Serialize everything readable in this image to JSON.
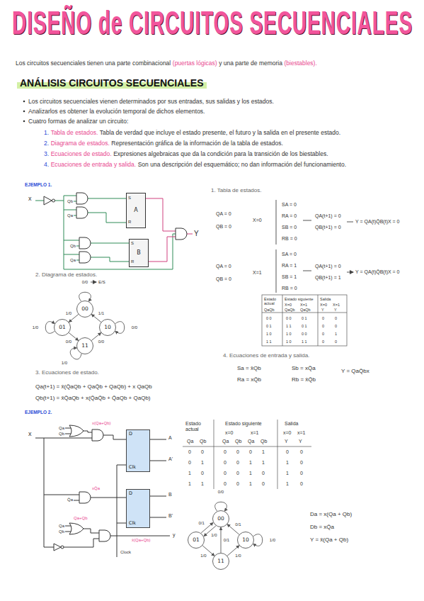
{
  "diagram": {
    "title": "DISEÑO de CIRCUITOS SECUENCIALES",
    "nodes": [
      {
        "text": [
          "A"
        ]
      },
      {
        "text": [
          "B"
        ]
      },
      {
        "text": [
          "00"
        ]
      },
      {
        "text": [
          "01"
        ]
      },
      {
        "text": [
          "10"
        ]
      },
      {
        "text": [
          "11"
        ]
      },
      {
        "text": [
          "D",
          "Clk"
        ]
      },
      {
        "text": [
          "D",
          "Clk"
        ]
      },
      {
        "text": [
          "00"
        ]
      },
      {
        "text": [
          "01"
        ]
      },
      {
        "text": [
          "10"
        ]
      },
      {
        "text": [
          "11"
        ]
      }
    ],
    "edges": [
      {
        "from": 2,
        "to": 2,
        "label": "0/0",
        "arrow": "to"
      },
      {
        "from": 2,
        "to": 3,
        "label": "1/0",
        "arrow": "to"
      },
      {
        "from": 3,
        "to": 3,
        "label": "1/0",
        "arrow": "to"
      },
      {
        "from": 3,
        "to": 5,
        "label": "0/0",
        "arrow": "to"
      },
      {
        "from": 5,
        "to": 5,
        "label": "1/0",
        "arrow": "to"
      },
      {
        "from": 5,
        "to": 4,
        "label": "0/0",
        "arrow": "to"
      },
      {
        "from": 4,
        "to": 4,
        "label": "0/0",
        "arrow": "to"
      },
      {
        "from": 4,
        "to": 2,
        "label": "1/1",
        "arrow": "to"
      },
      {
        "from": 8,
        "to": 8,
        "label": "0/0",
        "arrow": "to"
      },
      {
        "from": 8,
        "to": 9,
        "label": "1/0",
        "arrow": "to"
      },
      {
        "from": 9,
        "to": 8,
        "label": "0/1",
        "arrow": "to"
      },
      {
        "from": 9,
        "to": 11,
        "label": "1/0",
        "arrow": "to"
      },
      {
        "from": 11,
        "to": 8,
        "label": "0/1",
        "arrow": "to"
      },
      {
        "from": 11,
        "to": 10,
        "label": "1/0",
        "arrow": "to"
      },
      {
        "from": 10,
        "to": 10,
        "label": "1/0",
        "arrow": "to"
      },
      {
        "from": 10,
        "to": 8,
        "label": "0/1",
        "arrow": "to"
      }
    ],
    "labels": [
      "Los circuitos secuenciales tienen una parte combinacional",
      "(puertas lógicas)",
      "y una parte de memoria",
      "(biestables).",
      "ANÁLISIS CIRCUITOS SECUENCIALES",
      "Los circuitos secuenciales vienen determinados por sus entradas, sus salidas y los estados.",
      "Analizarlos es obtener la evolución temporal de dichos elementos.",
      "Cuatro formas de analizar un circuito:",
      "1.",
      "Tabla de estados.",
      "Tabla de verdad que incluye el estado presente, el futuro y la salida en el presente estado.",
      "2.",
      "Diagrama de estados.",
      "Representación gráfica de la información de la tabla de estados.",
      "3.",
      "Ecuaciones de estado.",
      "Expresiones algebraicas que da la condición para la transición de los biestables.",
      "4.",
      "Ecuaciones de entrada y salida.",
      "Son una descripción del esquemático; no dan información del funcionamiento.",
      "EJEMPLO 1.",
      "x",
      "Qb",
      "Qa",
      "Qb",
      "Qa",
      "S",
      "R",
      "S",
      "R",
      "Y",
      "1. Tabla de estados.",
      "QA = 0",
      "QB = 0",
      "X=0",
      "SA = 0",
      "RA = 0",
      "SB = 0",
      "RB = 0",
      "QA(t+1) = 0",
      "QB(t+1) = 0",
      "Y = QA(t)Q̄B(t)X = 0",
      "QA = 0",
      "QB = 0",
      "X=1",
      "SA = 0",
      "RA = 1",
      "SB = 1",
      "RB = 0",
      "QA(t+1) = 0",
      "QB(t+1) = 1",
      "Y = QA(t)Q̄B(t)X = 0",
      "2. Diagrama de estados.",
      "E/S",
      "Estado actual",
      "Estado siguiente",
      "Salida",
      "X=0",
      "X=1",
      "X=0",
      "X=1",
      "QaQb",
      "QaQb",
      "QaQb",
      "Y",
      "Y",
      "0 0",
      "0 0",
      "0 1",
      "0",
      "0",
      "0 1",
      "1 1",
      "0 1",
      "0",
      "0",
      "1 0",
      "1 0",
      "0 0",
      "0",
      "1",
      "1 1",
      "1 0",
      "1 1",
      "0",
      "0",
      "3. Ecuaciones de estado.",
      "Qa(t+1) = x̄(Q̄aQb + QaQ̄b + QaQb) + x QaQb",
      "Qb(t+1) = x̄Q̄aQb + x(Q̄aQ̄b + Q̄aQb + QaQb)",
      "4. Ecuaciones de entrada y salida.",
      "Sa = x̄Qb",
      "Sb = xQ̄a",
      "Ra = xQ̄b",
      "Rb = x̄Q̄b",
      "Y = QaQ̄bx",
      "EJEMPLO 2.",
      "x",
      "Qa",
      "Qb",
      "x(Qa+Qb)",
      "A",
      "A'",
      "Q̄a",
      "xQ̄a",
      "B",
      "B'",
      "Qa",
      "Qb",
      "Qa+Qb",
      "x̄(Qa+Qb)",
      "y",
      "Clock",
      "Estado actual",
      "Estado siguiente",
      "Salida",
      "x=0",
      "x=1",
      "x=0",
      "x=1",
      "Qa",
      "Qb",
      "Qa",
      "Qb",
      "Qa",
      "Qb",
      "Y",
      "Y",
      "0",
      "0",
      "0",
      "0",
      "0",
      "1",
      "0",
      "0",
      "0",
      "1",
      "0",
      "0",
      "1",
      "1",
      "1",
      "0",
      "1",
      "0",
      "0",
      "0",
      "1",
      "0",
      "1",
      "0",
      "1",
      "1",
      "0",
      "0",
      "1",
      "0",
      "1",
      "0",
      "Da = x(Qa + Qb)",
      "Db = xQ̄a",
      "Y = x̄(Qa + Qb)"
    ]
  }
}
